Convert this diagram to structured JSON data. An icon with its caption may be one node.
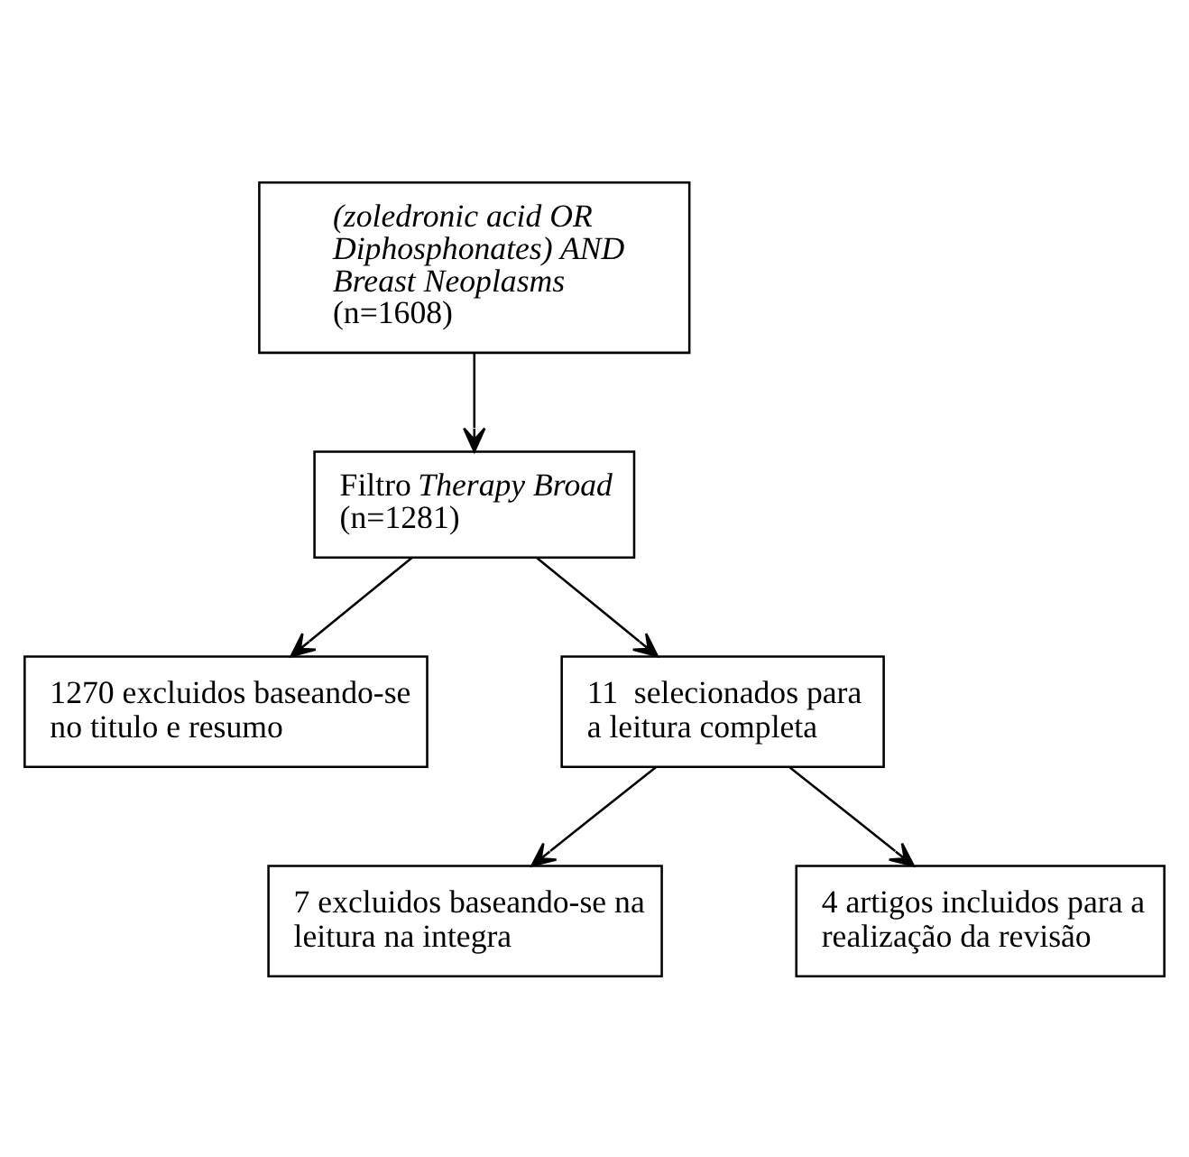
{
  "diagram": {
    "nodes": [
      {
        "text": [
          "*(zoledronic acid OR Diphosphonates) AND Breast Neoplasms* (n=1608)"
        ]
      },
      {
        "text": [
          "Filtro *Therapy Broad* (n=1281)"
        ]
      },
      {
        "text": [
          "1270 excluidos baseando-se no titulo e resumo"
        ]
      },
      {
        "text": [
          "11  selecionados para a leitura completa"
        ]
      },
      {
        "text": [
          "7 excluidos baseando-se na leitura na integra"
        ]
      },
      {
        "text": [
          "4 artigos incluidos para a realização da revisão"
        ]
      }
    ],
    "edges": [
      {
        "from": 0,
        "to": 1,
        "arrow": "to"
      },
      {
        "from": 1,
        "to": 3,
        "arrow": "to"
      },
      {
        "from": 1,
        "to": 2,
        "arrow": "to"
      },
      {
        "from": 3,
        "to": 5,
        "arrow": "to"
      },
      {
        "from": 3,
        "to": 4,
        "arrow": "to"
      }
    ]
  }
}
